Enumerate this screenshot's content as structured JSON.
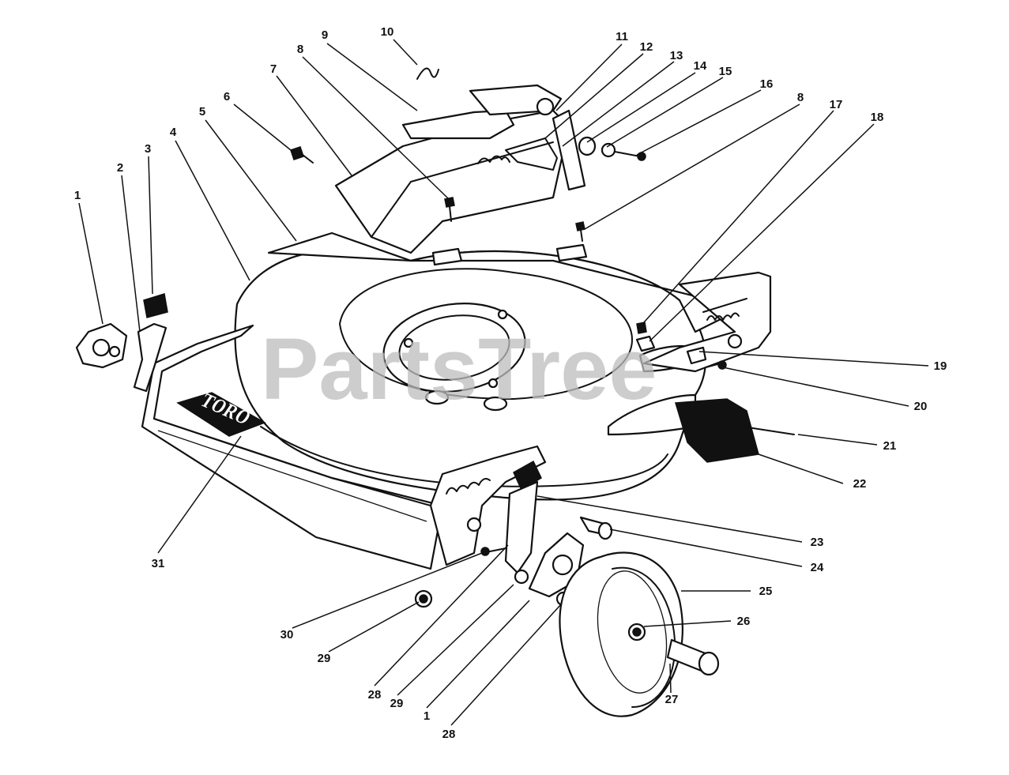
{
  "watermark": "PartsTree",
  "logo_text": "TORO",
  "callouts": [
    {
      "id": "c1",
      "label": "1"
    },
    {
      "id": "c2",
      "label": "2"
    },
    {
      "id": "c3",
      "label": "3"
    },
    {
      "id": "c4",
      "label": "4"
    },
    {
      "id": "c5",
      "label": "5"
    },
    {
      "id": "c6",
      "label": "6"
    },
    {
      "id": "c7",
      "label": "7"
    },
    {
      "id": "c8a",
      "label": "8"
    },
    {
      "id": "c9",
      "label": "9"
    },
    {
      "id": "c10",
      "label": "10"
    },
    {
      "id": "c11",
      "label": "11"
    },
    {
      "id": "c12",
      "label": "12"
    },
    {
      "id": "c13",
      "label": "13"
    },
    {
      "id": "c14",
      "label": "14"
    },
    {
      "id": "c15",
      "label": "15"
    },
    {
      "id": "c16",
      "label": "16"
    },
    {
      "id": "c8b",
      "label": "8"
    },
    {
      "id": "c17",
      "label": "17"
    },
    {
      "id": "c18",
      "label": "18"
    },
    {
      "id": "c19",
      "label": "19"
    },
    {
      "id": "c20",
      "label": "20"
    },
    {
      "id": "c21",
      "label": "21"
    },
    {
      "id": "c22",
      "label": "22"
    },
    {
      "id": "c23",
      "label": "23"
    },
    {
      "id": "c24",
      "label": "24"
    },
    {
      "id": "c25",
      "label": "25"
    },
    {
      "id": "c26",
      "label": "26"
    },
    {
      "id": "c27",
      "label": "27"
    },
    {
      "id": "c28a",
      "label": "28"
    },
    {
      "id": "c29a",
      "label": "29"
    },
    {
      "id": "c1b",
      "label": "1"
    },
    {
      "id": "c28b",
      "label": "28"
    },
    {
      "id": "c29b",
      "label": "29"
    },
    {
      "id": "c30",
      "label": "30"
    },
    {
      "id": "c31",
      "label": "31"
    }
  ]
}
